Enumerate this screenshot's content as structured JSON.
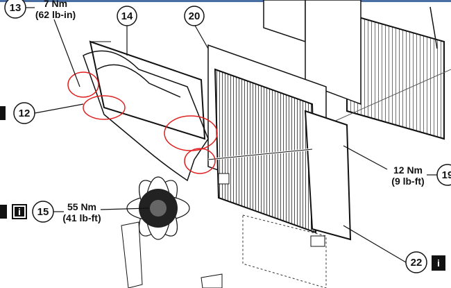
{
  "window": {
    "accent_color": "#4a6fa5"
  },
  "callouts": {
    "c13": "13",
    "c14": "14",
    "c20": "20",
    "c12": "12",
    "c15": "15",
    "c19": "19",
    "c22": "22"
  },
  "torques": {
    "t13_nm": "7 Nm",
    "t13_imp": "(62 lb-in)",
    "t19_nm": "12 Nm",
    "t19_imp": "(9 lb-ft)",
    "t15_nm": "55 Nm",
    "t15_imp": "(41 lb-ft)"
  },
  "info_icons": {
    "glyph": "i",
    "icon": "info-icon"
  },
  "annotations": {
    "color": "#e02020",
    "shape": "hand-drawn circles"
  }
}
